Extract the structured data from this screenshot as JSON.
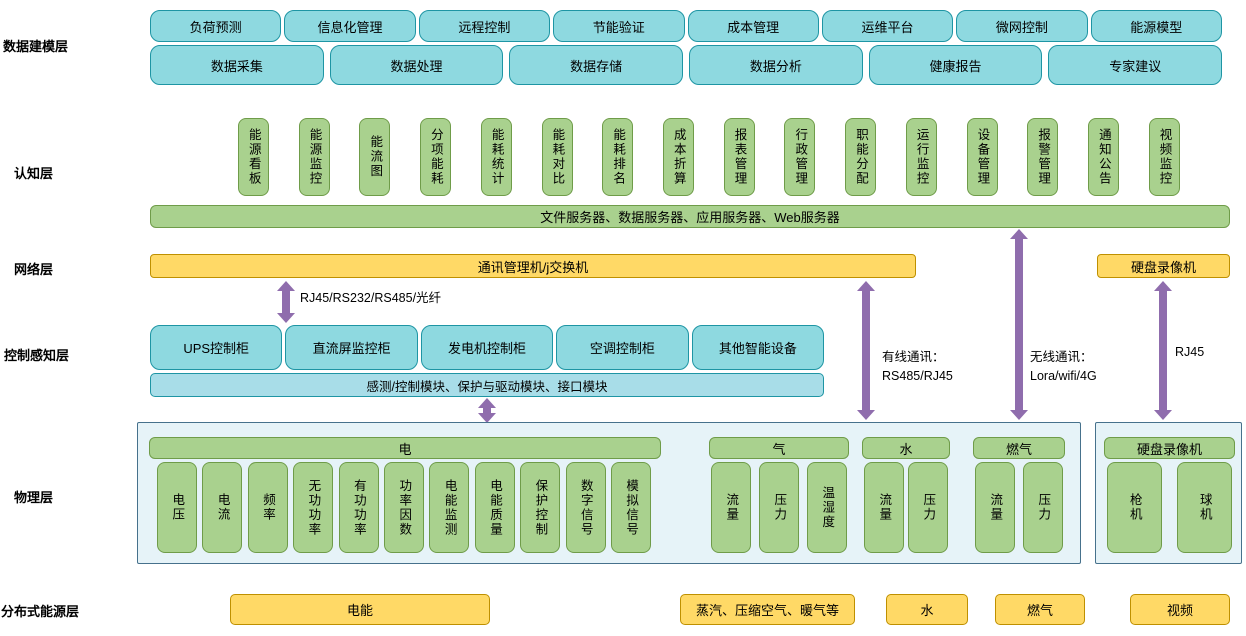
{
  "layer_labels": {
    "data_modeling": "数据建模层",
    "cognition": "认知层",
    "network": "网络层",
    "control": "控制感知层",
    "physical": "物理层",
    "distributed": "分布式能源层"
  },
  "data_modeling": {
    "row1": [
      "负荷预测",
      "信息化管理",
      "远程控制",
      "节能验证",
      "成本管理",
      "运维平台",
      "微网控制",
      "能源模型"
    ],
    "row2": [
      "数据采集",
      "数据处理",
      "数据存储",
      "数据分析",
      "健康报告",
      "专家建议"
    ]
  },
  "cognition": {
    "apps": [
      "能源看板",
      "能源监控",
      "能流图",
      "分项能耗",
      "能耗统计",
      "能耗对比",
      "能耗排名",
      "成本折算",
      "报表管理",
      "行政管理",
      "职能分配",
      "运行监控",
      "设备管理",
      "报警管理",
      "通知公告",
      "视频监控"
    ],
    "servers": "文件服务器、数据服务器、应用服务器、Web服务器"
  },
  "network": {
    "comm": "通讯管理机/j交换机",
    "dvr": "硬盘录像机"
  },
  "links": {
    "left_label": "RJ45/RS232/RS485/光纤",
    "wired_label": "有线通讯：\nRS485/RJ45",
    "wireless_label": "无线通讯：\nLora/wifi/4G",
    "rj45_label": "RJ45"
  },
  "control": {
    "cabinets": [
      "UPS控制柜",
      "直流屏监控柜",
      "发电机控制柜",
      "空调控制柜",
      "其他智能设备"
    ],
    "modules": "感测/控制模块、保护与驱动模块、接口模块"
  },
  "physical": {
    "electric_header": "电",
    "electric": [
      "电压",
      "电流",
      "频率",
      "无功功率",
      "有功功率",
      "功率因数",
      "电能监测",
      "电能质量",
      "保护控制",
      "数字信号",
      "模拟信号"
    ],
    "gas_header": "气",
    "gas": [
      "流量",
      "压力",
      "温湿度"
    ],
    "water_header": "水",
    "water": [
      "流量",
      "压力"
    ],
    "fuel_header": "燃气",
    "fuel": [
      "流量",
      "压力"
    ],
    "dvr_header": "硬盘录像机",
    "dvr": [
      "枪机",
      "球机"
    ]
  },
  "distributed": {
    "items": [
      "电能",
      "蒸汽、压缩空气、暖气等",
      "水",
      "燃气",
      "视频"
    ]
  },
  "colors": {
    "cyan_fill": "#8ed9e0",
    "cyan_border": "#1e95a4",
    "green_fill": "#a9d18e",
    "green_border": "#6f9c49",
    "yellow_fill": "#ffd966",
    "yellow_border": "#bf9000",
    "arrow_purple": "#8f6dad",
    "physical_bg": "#e6f3f8"
  }
}
